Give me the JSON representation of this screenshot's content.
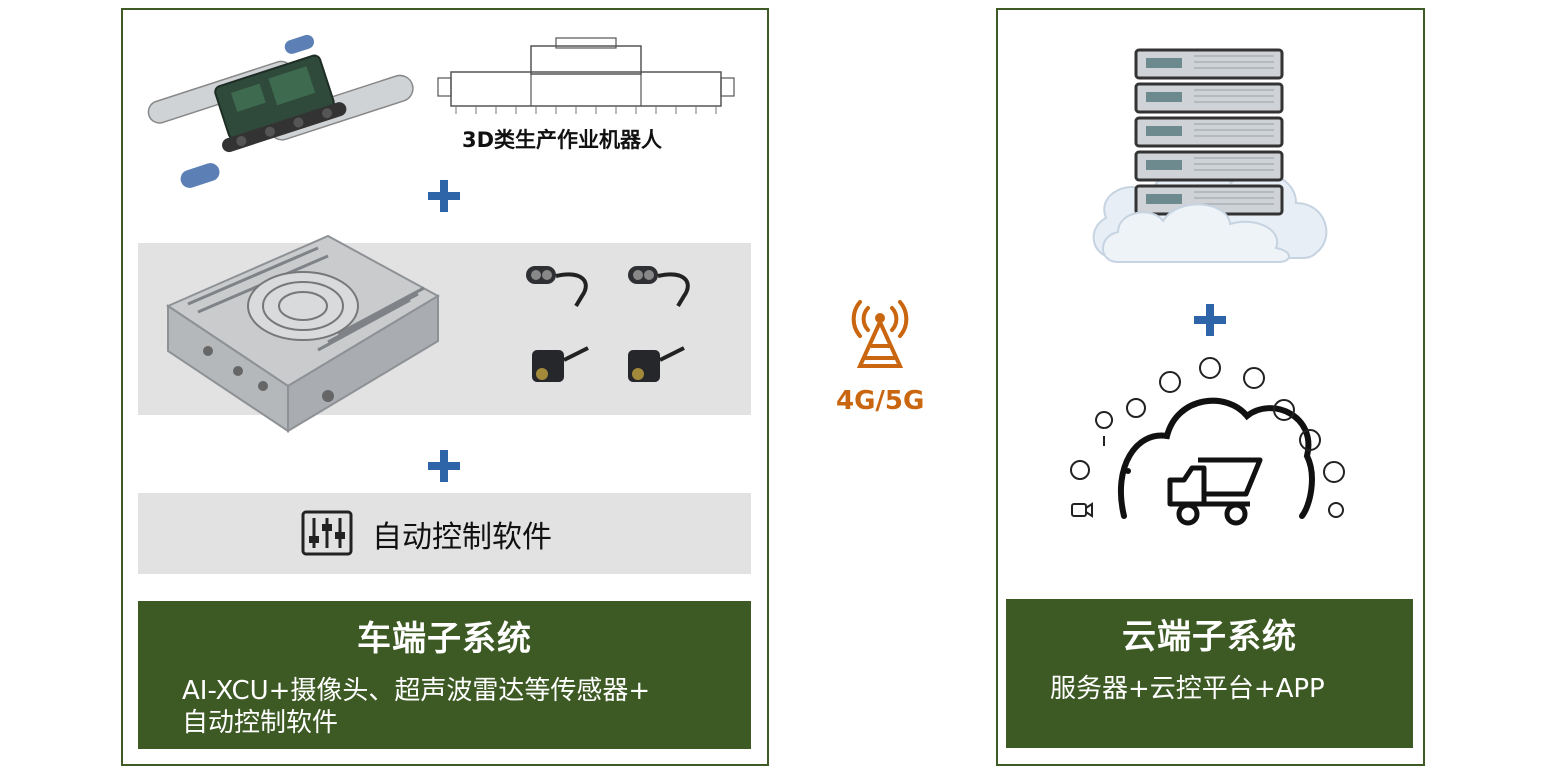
{
  "vehicle": {
    "robot_caption": "3D类生产作业机器人",
    "software_label": "自动控制软件",
    "title": "车端子系统",
    "desc_line1": "AI-XCU+摄像头、超声波雷达等传感器+",
    "desc_line2": "自动控制软件"
  },
  "network": {
    "label": "4G/5G",
    "icon": "signal-tower-icon",
    "color": "#c9660f"
  },
  "cloud": {
    "title": "云端子系统",
    "desc": "服务器+云控平台+APP"
  },
  "colors": {
    "border": "#3f5a27",
    "box_fill": "#3d5a24",
    "plus": "#2e64a8",
    "band": "#e2e2e2"
  },
  "icons": [
    "robot-crawler-icon",
    "robot-frame-icon",
    "controller-unit-icon",
    "ultrasonic-sensor-icon",
    "camera-icon",
    "equalizer-icon",
    "server-rack-icon",
    "cloud-icon",
    "dump-truck-icon"
  ]
}
